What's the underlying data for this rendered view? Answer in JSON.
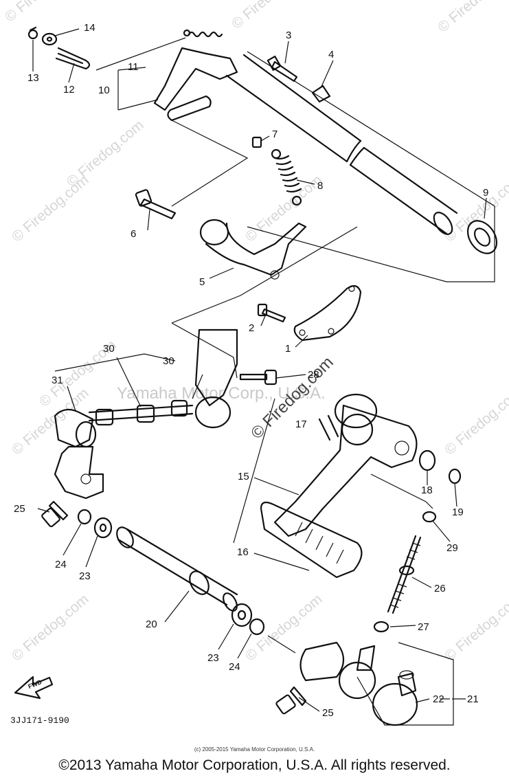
{
  "diagram": {
    "drawing_code": "3JJ171-9190",
    "fwd_label": "FWD",
    "watermark_small": "© Firedog.com",
    "watermark_center": "Yamaha Motor Corp., U.S.A.",
    "watermark_diag": "© Firedog.com",
    "callouts": [
      "1",
      "2",
      "3",
      "4",
      "5",
      "6",
      "7",
      "8",
      "9",
      "10",
      "11",
      "12",
      "13",
      "14",
      "15",
      "16",
      "17",
      "18",
      "19",
      "20",
      "21",
      "22",
      "23",
      "23",
      "24",
      "24",
      "25",
      "25",
      "26",
      "27",
      "28",
      "29",
      "30",
      "30",
      "31"
    ]
  },
  "footer": {
    "small_copyright": "(c) 2005-2015 Yamaha Motor Corporation, U.S.A.",
    "copyright": "©2013 Yamaha Motor Corporation, U.S.A. All rights reserved."
  }
}
